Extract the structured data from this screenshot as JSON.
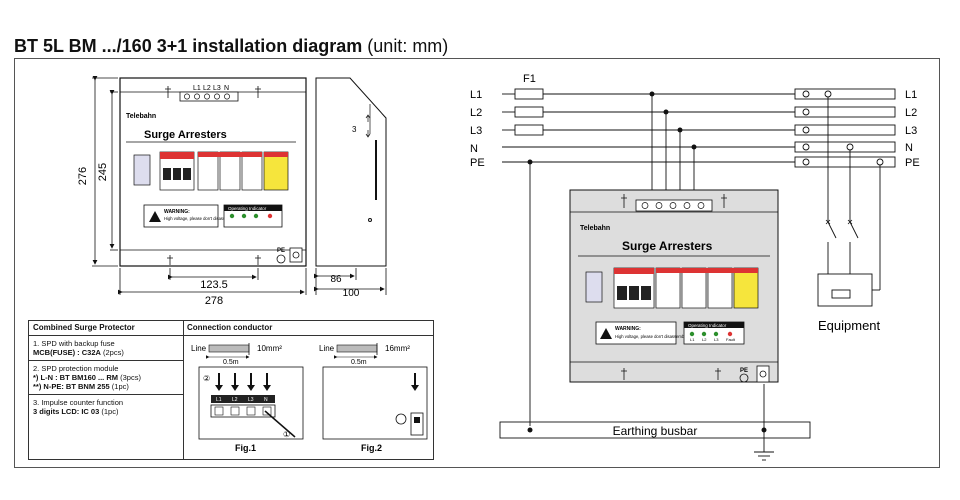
{
  "title": {
    "main": "BT 5L BM .../160 3+1 installation diagram",
    "unit": "(unit: mm)"
  },
  "device": {
    "brand": "Telebahn",
    "name": "Surge Arresters",
    "warning_title": "WARNING:",
    "warning_text": "High voltage, please don't disassemble!",
    "indicator_title": "Operating Indicator",
    "indicator_labels": [
      "L1",
      "L2",
      "L3",
      "Fault"
    ],
    "terminal_labels": [
      "L1",
      "L2",
      "L3",
      "N"
    ],
    "pe_label": "PE"
  },
  "dimensions": {
    "height_outer": "276",
    "height_inner": "245",
    "width_inner": "123.5",
    "width_outer": "278",
    "depth_inner": "86",
    "depth_outer": "100",
    "side_mark": "3"
  },
  "table": {
    "left_header": "Combined Surge Protector",
    "right_header": "Connection conductor",
    "rows": [
      {
        "line1": "1. SPD with backup fuse",
        "line2": "MCB(FUSE) : C32A",
        "line2_suffix": " (2pcs)"
      },
      {
        "line1": "2. SPD protection module",
        "line2": "*)  L-N  : BT BM160 ... RM",
        "line2_suffix": " (3pcs)",
        "line3": "**) N-PE: BT BNM 255",
        "line3_suffix": " (1pc)"
      },
      {
        "line1": "3. Impulse counter function",
        "line2": "3 digits LCD: IC 03",
        "line2_suffix": " (1pc)"
      }
    ],
    "fig1": {
      "line": "Line",
      "length": "0.5m",
      "size": "10mm²",
      "caption": "Fig.1",
      "terminals": [
        "L1",
        "L2",
        "L3",
        "N"
      ],
      "mark1": "①",
      "mark2": "②"
    },
    "fig2": {
      "line": "Line",
      "length": "0.5m",
      "size": "16mm²",
      "caption": "Fig.2"
    }
  },
  "wiring": {
    "fuse_label": "F1",
    "lines_left": [
      "L1",
      "L2",
      "L3",
      "N",
      "PE"
    ],
    "lines_right": [
      "L1",
      "L2",
      "L3",
      "N",
      "PE"
    ],
    "equipment": "Equipment",
    "busbar": "Earthing busbar"
  }
}
